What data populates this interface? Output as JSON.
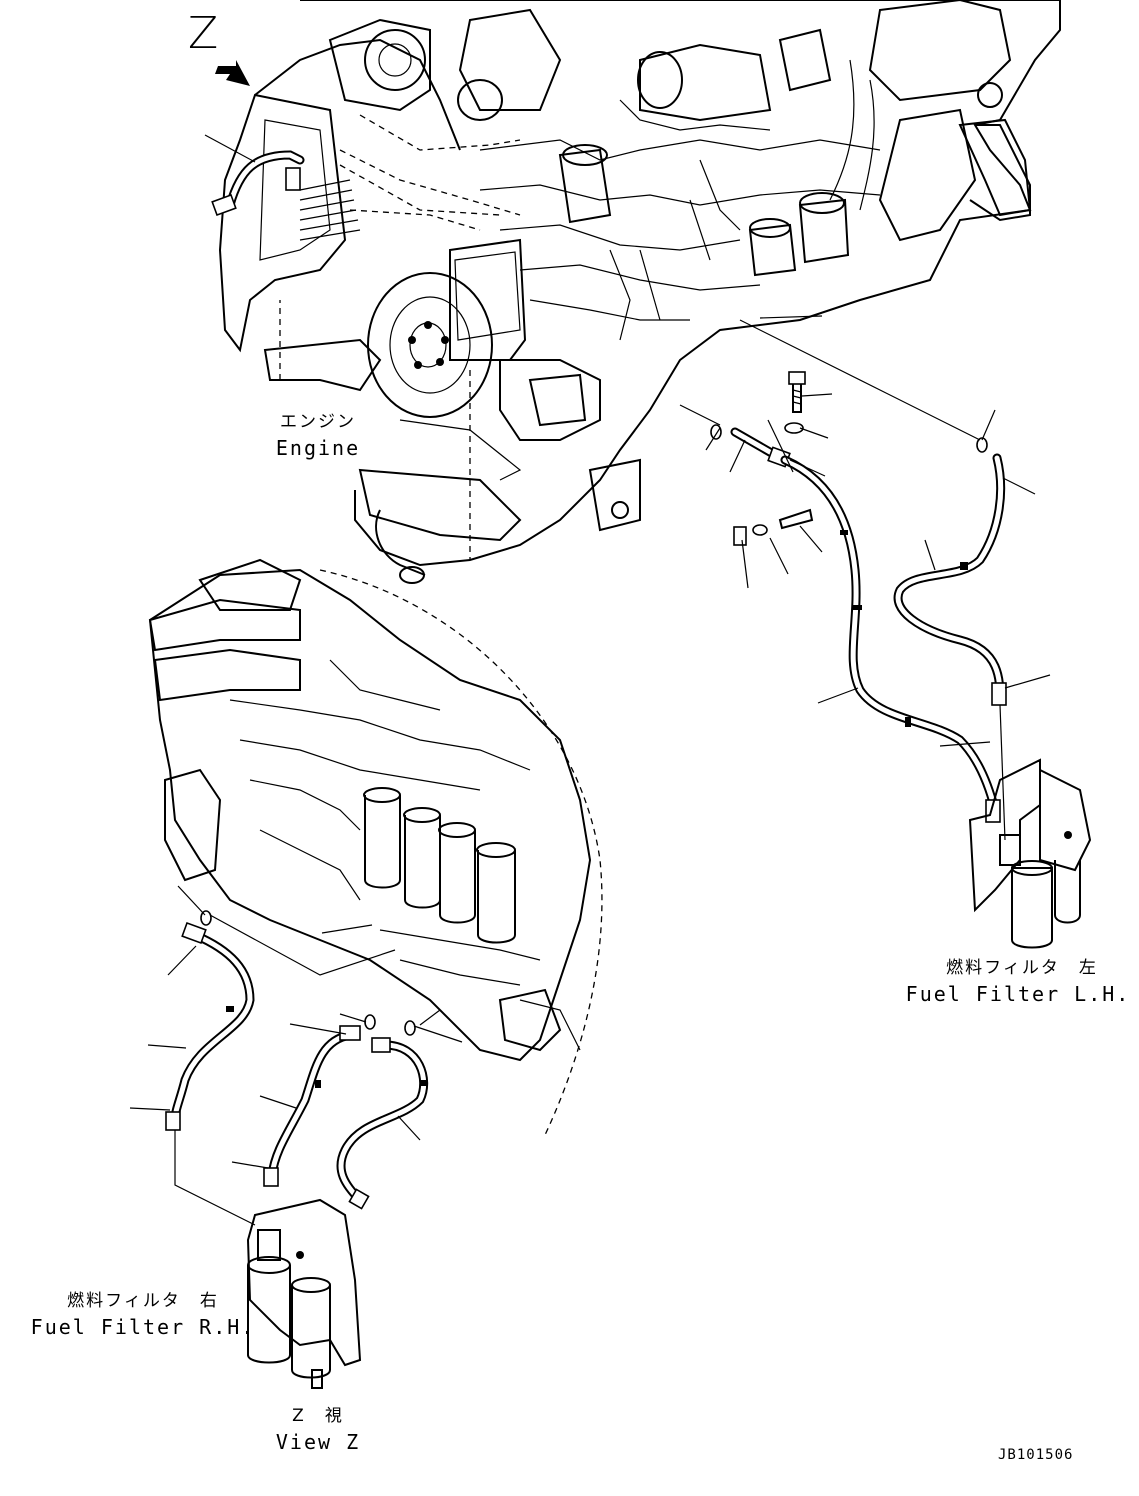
{
  "view_marker": "Z",
  "labels": {
    "engine_jp": "エンジン",
    "engine_en": "Engine",
    "fuel_filter_lh_jp": "燃料フィルタ　左",
    "fuel_filter_lh_en": "Fuel Filter L.H.",
    "fuel_filter_rh_jp": "燃料フィルタ　右",
    "fuel_filter_rh_en": "Fuel Filter R.H.",
    "view_z_jp": "Z　視",
    "view_z_en": "View Z",
    "drawing_code": "JB101506"
  }
}
